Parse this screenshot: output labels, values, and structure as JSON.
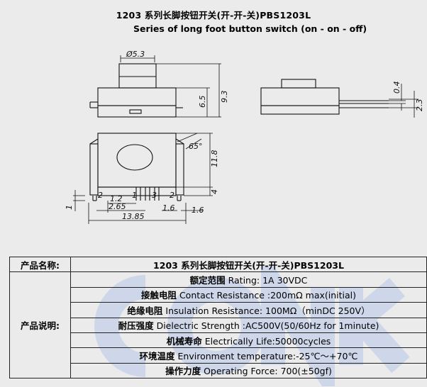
{
  "header": {
    "title_cn": "1203 系列长脚按钮开关(开-开-关)PBS1203L",
    "title_en": "Series of long foot button switch (on - on - off)"
  },
  "drawing": {
    "dims": {
      "cap_dia": "Ø5.3",
      "height_total": "9.3",
      "height_body": "6.5",
      "lead_thick": "0.4",
      "lead_width": "2.3",
      "angle": "65°",
      "body_len": "11.8",
      "lead_len": "4",
      "pin_offset": "1",
      "pin_pitch_a": "1.2",
      "pin_pitch_b": "2.65",
      "pin_pitch_c": "1.6",
      "pin_side": "1.6",
      "total_width": "13.85"
    },
    "pin_numbers": [
      "2",
      "1",
      "3",
      "2"
    ]
  },
  "table": {
    "name_label": "产品名称:",
    "name_value": "1203 系列长脚按钮开关(开-开-关)PBS1203L",
    "desc_label": "产品说明:",
    "specs": [
      {
        "cn": "额定范围",
        "en": "Rating:   1A 30VDC"
      },
      {
        "cn": "接触电阻",
        "en": "Contact Resistance :200mΩ max(initial)"
      },
      {
        "cn": "绝缘电阻",
        "en": "Insulation Resistance: 100MΩ（minDC 250V）"
      },
      {
        "cn": "耐压强度",
        "en": "Dielectric Strength :AC500V(50/60Hz for 1minute)"
      },
      {
        "cn": "机械寿命",
        "en": "Electrically Life:50000cycles"
      },
      {
        "cn": "环境温度",
        "en": "Environment temperature:-25℃～+70℃"
      },
      {
        "cn": "操作力度",
        "en": "Operating Force: 700(±50gf)"
      }
    ]
  },
  "colors": {
    "background": "#ebebeb",
    "watermark": "#c9d4ea"
  }
}
